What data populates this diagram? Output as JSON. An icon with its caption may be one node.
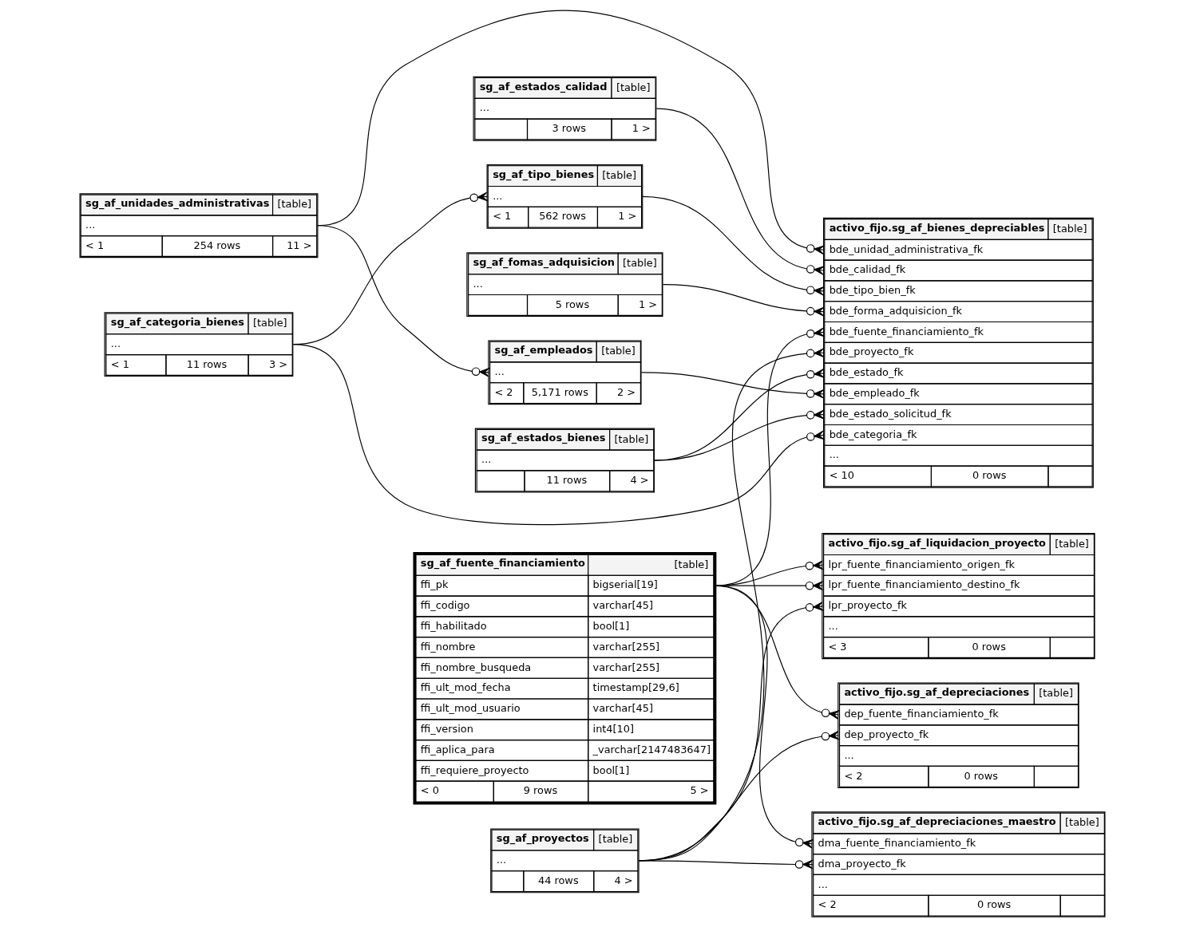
{
  "diagram": {
    "nodes": [
      {
        "text": [
          "sg_af_unidades_administrativas",
          "[table]",
          "...",
          "< 1",
          "254 rows",
          "11 >"
        ]
      },
      {
        "text": [
          "sg_af_estados_calidad",
          "[table]",
          "...",
          "3 rows",
          "1 >"
        ]
      },
      {
        "text": [
          "sg_af_tipo_bienes",
          "[table]",
          "...",
          "< 1",
          "562 rows",
          "1 >"
        ]
      },
      {
        "text": [
          "sg_af_fomas_adquisicion",
          "[table]",
          "...",
          "5 rows",
          "1 >"
        ]
      },
      {
        "text": [
          "sg_af_estados_bienes",
          "[table]",
          "...",
          "11 rows",
          "4 >"
        ]
      },
      {
        "text": [
          "sg_af_categoria_bienes",
          "[table]",
          "...",
          "< 1",
          "11 rows",
          "3 >"
        ]
      },
      {
        "text": [
          "sg_af_empleados",
          "[table]",
          "...",
          "< 2",
          "5,171 rows",
          "2 >"
        ]
      },
      {
        "text": [
          "activo_fijo.sg_af_bienes_depreciables",
          "[table]",
          "bde_unidad_administrativa_fk",
          "bde_calidad_fk",
          "bde_tipo_bien_fk",
          "bde_forma_adquisicion_fk",
          "bde_fuente_financiamiento_fk",
          "bde_proyecto_fk",
          "bde_estado_fk",
          "bde_empleado_fk",
          "bde_estado_solicitud_fk",
          "bde_categoria_fk",
          "...",
          "< 10",
          "0 rows"
        ]
      },
      {
        "text": [
          "sg_af_fuente_financiamiento",
          "[table]",
          "ffi_pk",
          "bigserial[19]",
          "ffi_codigo",
          "varchar[45]",
          "ffi_habilitado",
          "bool[1]",
          "ffi_nombre",
          "varchar[255]",
          "ffi_nombre_busqueda",
          "varchar[255]",
          "ffi_ult_mod_fecha",
          "timestamp[29,6]",
          "ffi_ult_mod_usuario",
          "varchar[45]",
          "ffi_version",
          "int4[10]",
          "ffi_aplica_para",
          "_varchar[2147483647]",
          "ffi_requiere_proyecto",
          "bool[1]",
          "< 0",
          "9 rows",
          "5 >"
        ]
      },
      {
        "text": [
          "activo_fijo.sg_af_liquidacion_proyecto",
          "[table]",
          "lpr_fuente_financiamiento_origen_fk",
          "lpr_fuente_financiamiento_destino_fk",
          "lpr_proyecto_fk",
          "...",
          "< 3",
          "0 rows"
        ]
      },
      {
        "text": [
          "activo_fijo.sg_af_depreciaciones",
          "[table]",
          "dep_fuente_financiamiento_fk",
          "dep_proyecto_fk",
          "...",
          "< 2",
          "0 rows"
        ]
      },
      {
        "text": [
          "sg_af_proyectos",
          "[table]",
          "...",
          "44 rows",
          "4 >"
        ]
      },
      {
        "text": [
          "activo_fijo.sg_af_depreciaciones_maestro",
          "[table]",
          "dma_fuente_financiamiento_fk",
          "dma_proyecto_fk",
          "...",
          "< 2",
          "0 rows"
        ]
      }
    ],
    "edges": [
      {
        "from": 0,
        "to": 7,
        "arrow": "other"
      },
      {
        "from": 1,
        "to": 7,
        "arrow": "other"
      },
      {
        "from": 2,
        "to": 7,
        "arrow": "other"
      },
      {
        "from": 3,
        "to": 7,
        "arrow": "other"
      },
      {
        "from": 8,
        "to": 7,
        "arrow": "other"
      },
      {
        "from": 11,
        "to": 7,
        "arrow": "other"
      },
      {
        "from": 4,
        "to": 7,
        "arrow": "other"
      },
      {
        "from": 6,
        "to": 7,
        "arrow": "other"
      },
      {
        "from": 4,
        "to": 7,
        "arrow": "other"
      },
      {
        "from": 5,
        "to": 7,
        "arrow": "other"
      },
      {
        "from": 5,
        "to": 2,
        "arrow": "other"
      },
      {
        "from": 0,
        "to": 6,
        "arrow": "other"
      },
      {
        "from": 8,
        "to": 9,
        "arrow": "other"
      },
      {
        "from": 8,
        "to": 9,
        "arrow": "other"
      },
      {
        "from": 11,
        "to": 9,
        "arrow": "other"
      },
      {
        "from": 8,
        "to": 10,
        "arrow": "other"
      },
      {
        "from": 11,
        "to": 10,
        "arrow": "other"
      },
      {
        "from": 8,
        "to": 12,
        "arrow": "other"
      },
      {
        "from": 11,
        "to": 12,
        "arrow": "other"
      }
    ]
  }
}
